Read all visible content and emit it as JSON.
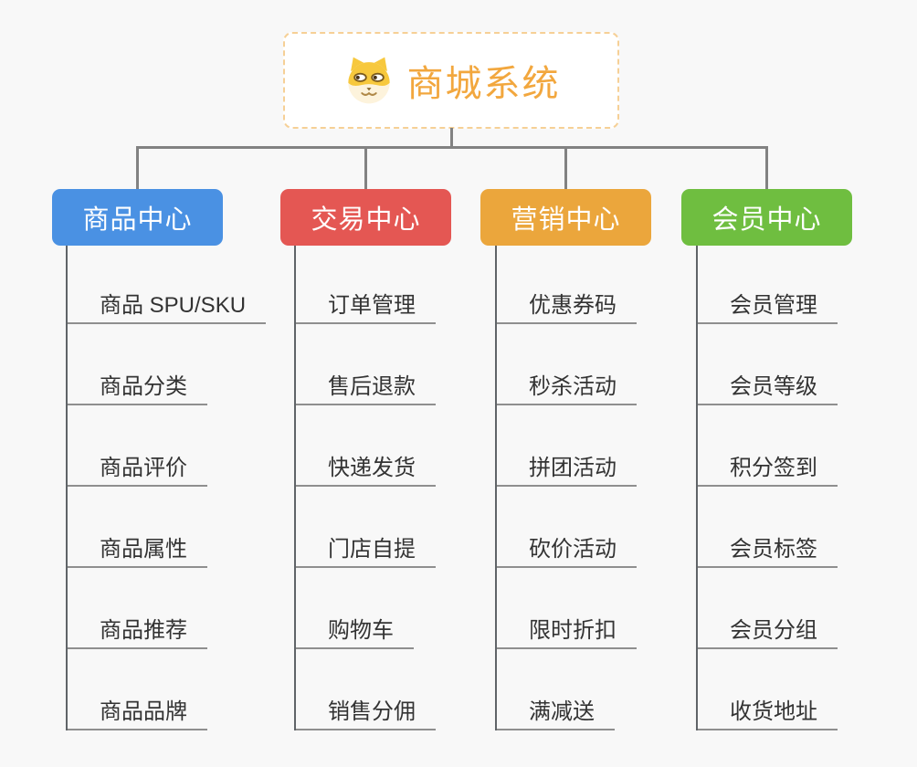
{
  "root": {
    "title": "商城系统",
    "icon": "doge-icon"
  },
  "branches": [
    {
      "id": "product",
      "label": "商品中心",
      "color": "#4a91e3",
      "children": [
        "商品 SPU/SKU",
        "商品分类",
        "商品评价",
        "商品属性",
        "商品推荐",
        "商品品牌"
      ]
    },
    {
      "id": "trade",
      "label": "交易中心",
      "color": "#e45753",
      "children": [
        "订单管理",
        "售后退款",
        "快递发货",
        "门店自提",
        "购物车",
        "销售分佣"
      ]
    },
    {
      "id": "marketing",
      "label": "营销中心",
      "color": "#eba63c",
      "children": [
        "优惠券码",
        "秒杀活动",
        "拼团活动",
        "砍价活动",
        "限时折扣",
        "满减送"
      ]
    },
    {
      "id": "member",
      "label": "会员中心",
      "color": "#6fbe40",
      "children": [
        "会员管理",
        "会员等级",
        "积分签到",
        "会员标签",
        "会员分组",
        "收货地址"
      ]
    }
  ],
  "colors": {
    "background": "#f8f8f8",
    "connector": "#828282",
    "column_line": "#606468",
    "underline": "#8f8f8f",
    "item_text": "#333333",
    "root_text": "#f2a73e",
    "root_border": "#f6d096",
    "root_bg": "#ffffff",
    "branch_text": "#ffffff"
  }
}
